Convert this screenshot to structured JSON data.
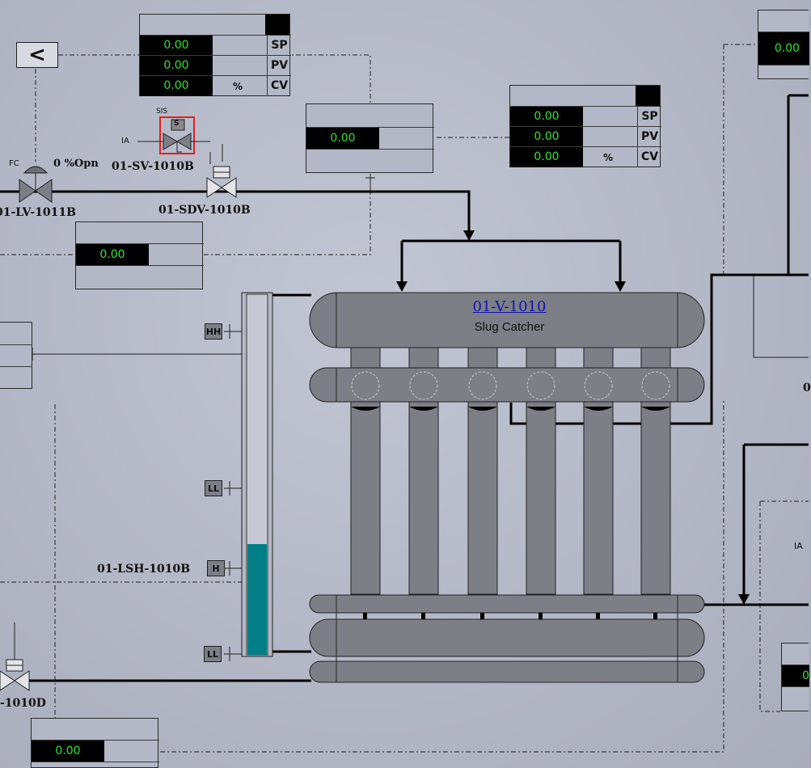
{
  "nav": {
    "back_label": "<"
  },
  "controllers": {
    "top": {
      "sp": "0.00",
      "pv": "0.00",
      "cv": "0.00",
      "sp_tag": "SP",
      "pv_tag": "PV",
      "cv_tag": "CV",
      "unit": "%"
    },
    "mid": {
      "sp": "0.00",
      "pv": "0.00",
      "cv": "0.00",
      "sp_tag": "SP",
      "pv_tag": "PV",
      "cv_tag": "CV",
      "unit": "%"
    }
  },
  "indicators": {
    "center_top": "0.00",
    "left_mid": "0.00",
    "bottom_left": "0.00",
    "top_right": "0.00",
    "bottom_right": "0"
  },
  "valves": {
    "lv_1011b": {
      "tag": "01-LV-1011B",
      "fail": "FC",
      "opening": "0 %Opn"
    },
    "sv_1010b": {
      "tag": "01-SV-1010B",
      "sis": "SIS",
      "solenoid": "S",
      "air": "IA"
    },
    "sdv_1010b": {
      "tag": "01-SDV-1010B"
    },
    "valve_1010d": {
      "tag": "-1010D"
    }
  },
  "vessel": {
    "tag": "01-V-1010",
    "name": "Slug Catcher"
  },
  "level": {
    "switch_tag": "01-LSH-1010B",
    "hh": "HH",
    "ll_upper": "LL",
    "h": "H",
    "ll_lower": "LL",
    "fill_fraction": 0.25,
    "fill_color": "#007f86"
  },
  "right_edge": {
    "ia": "IA",
    "frag": "0"
  },
  "colors": {
    "pv_green": "#2ee62e",
    "sis_red": "#e02020"
  }
}
